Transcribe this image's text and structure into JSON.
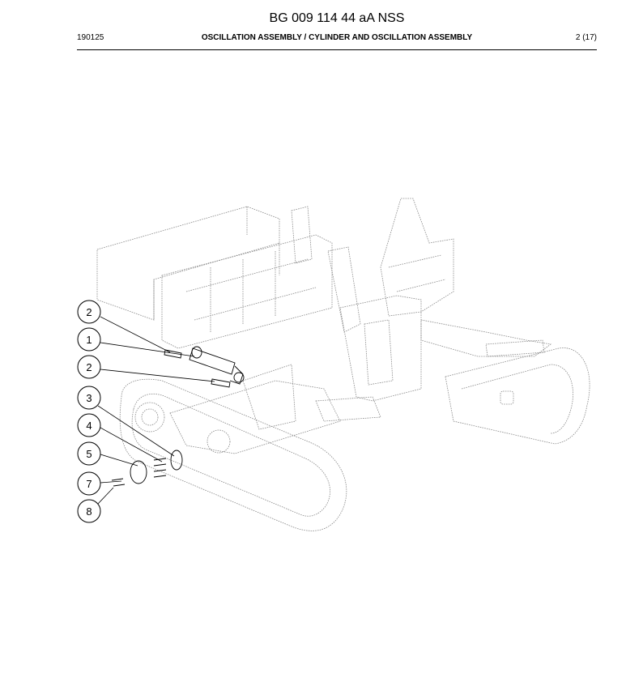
{
  "header": {
    "doc_number": "BG 009 114 44 aA NSS",
    "date": "190125",
    "section_title": "OSCILLATION ASSEMBLY / CYLINDER AND OSCILLATION ASSEMBLY",
    "page": "2 (17)"
  },
  "callouts": [
    {
      "label": "2"
    },
    {
      "label": "1"
    },
    {
      "label": "2"
    },
    {
      "label": "3"
    },
    {
      "label": "4"
    },
    {
      "label": "5"
    },
    {
      "label": "7"
    },
    {
      "label": "8"
    }
  ]
}
